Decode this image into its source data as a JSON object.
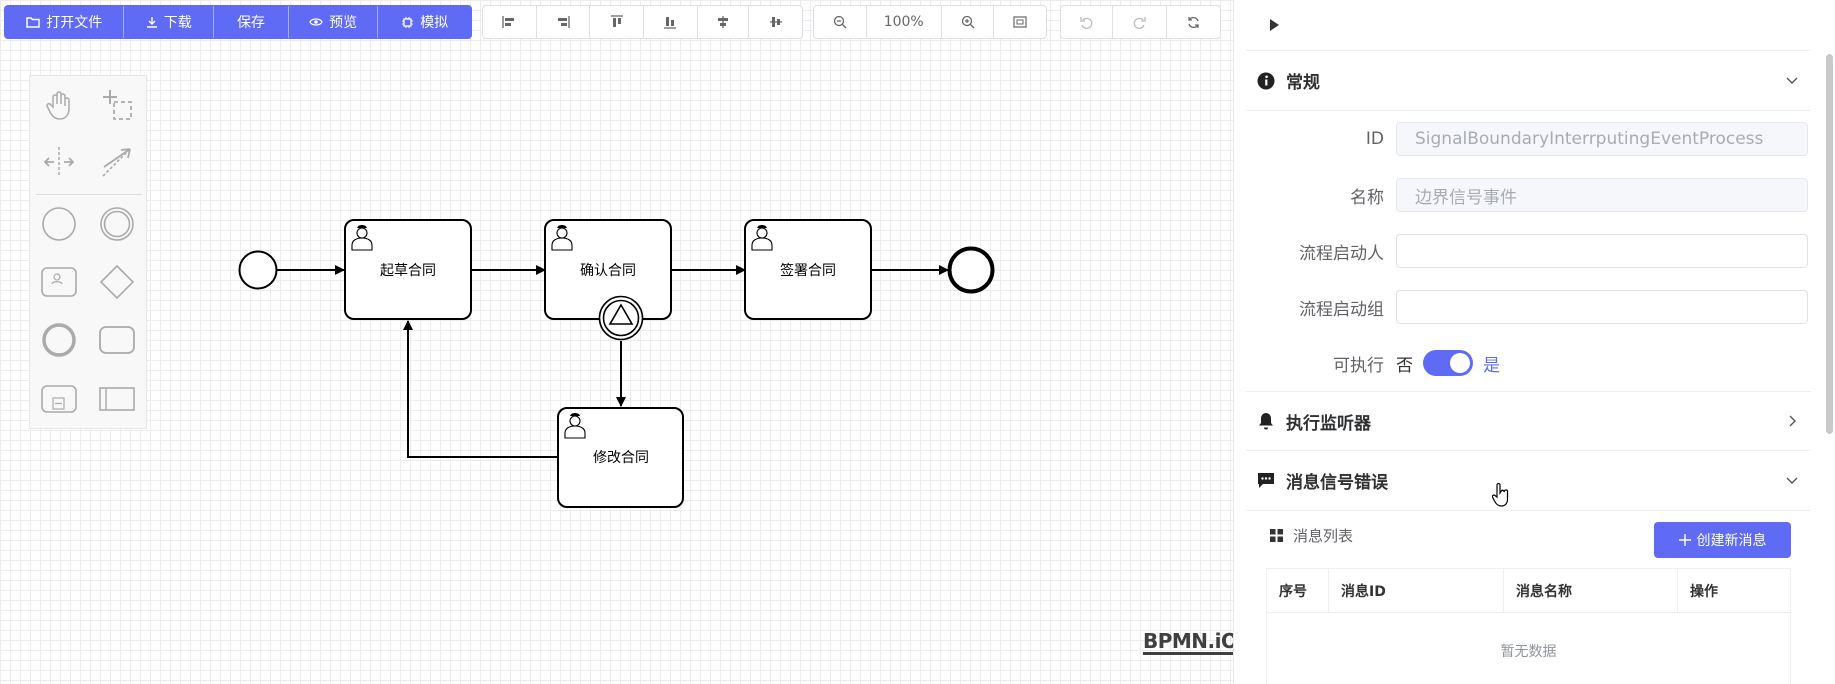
{
  "toolbar": {
    "primary": [
      {
        "label": "打开文件",
        "icon": "folder-icon"
      },
      {
        "label": "下载",
        "icon": "download-icon"
      },
      {
        "label": "保存",
        "icon": ""
      },
      {
        "label": "预览",
        "icon": "eye-icon"
      },
      {
        "label": "模拟",
        "icon": "chip-icon"
      }
    ],
    "zoom_level": "100%"
  },
  "diagram": {
    "tasks": [
      {
        "label": "起草合同"
      },
      {
        "label": "确认合同"
      },
      {
        "label": "签署合同"
      },
      {
        "label": "修改合同"
      }
    ],
    "watermark": "BPMN.iO"
  },
  "panel": {
    "general": {
      "title": "常规",
      "id_label": "ID",
      "id_value": "SignalBoundaryInterrputingEventProcess",
      "name_label": "名称",
      "name_value": "边界信号事件",
      "starter_label": "流程启动人",
      "starter_value": "",
      "starter_group_label": "流程启动组",
      "starter_group_value": "",
      "executable_label": "可执行",
      "executable_no": "否",
      "executable_yes": "是",
      "executable": true
    },
    "listeners": {
      "title": "执行监听器"
    },
    "messages": {
      "title": "消息信号错误",
      "list_label": "消息列表",
      "create_button": "创建新消息",
      "columns": [
        "序号",
        "消息ID",
        "消息名称",
        "操作"
      ],
      "empty_text": "暂无数据"
    }
  },
  "colors": {
    "primary": "#5f6bf5"
  }
}
